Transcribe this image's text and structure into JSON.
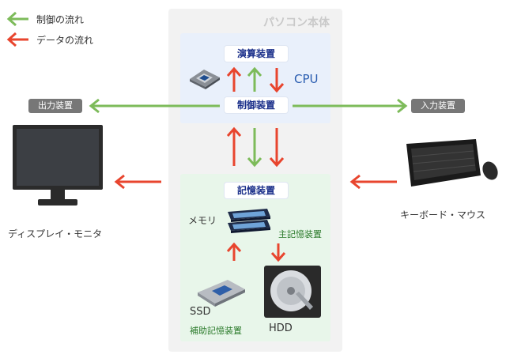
{
  "legend": {
    "control_flow": "制御の流れ",
    "data_flow": "データの流れ"
  },
  "pc": {
    "title": "パソコン本体",
    "alu": "演算装置",
    "control_unit": "制御装置",
    "cpu": "CPU",
    "memory_unit": "記憶装置",
    "memory": "メモリ",
    "main_memory": "主記憶装置",
    "ssd": "SSD",
    "hdd": "HDD",
    "aux_memory": "補助記憶装置"
  },
  "output": {
    "label": "出力装置",
    "device": "ディスプレイ・モニタ"
  },
  "input": {
    "label": "入力装置",
    "device": "キーボード・マウス"
  },
  "colors": {
    "control_arrow": "#7dbb5a",
    "data_arrow": "#e8452e",
    "pc_box": "#f2f2f2",
    "cpu_panel": "#e9f0fb",
    "memory_panel": "#e8f6ea",
    "label_text": "#1a2f8a",
    "cpu_text": "#2a5db0",
    "ext_label_bg": "#777777"
  }
}
